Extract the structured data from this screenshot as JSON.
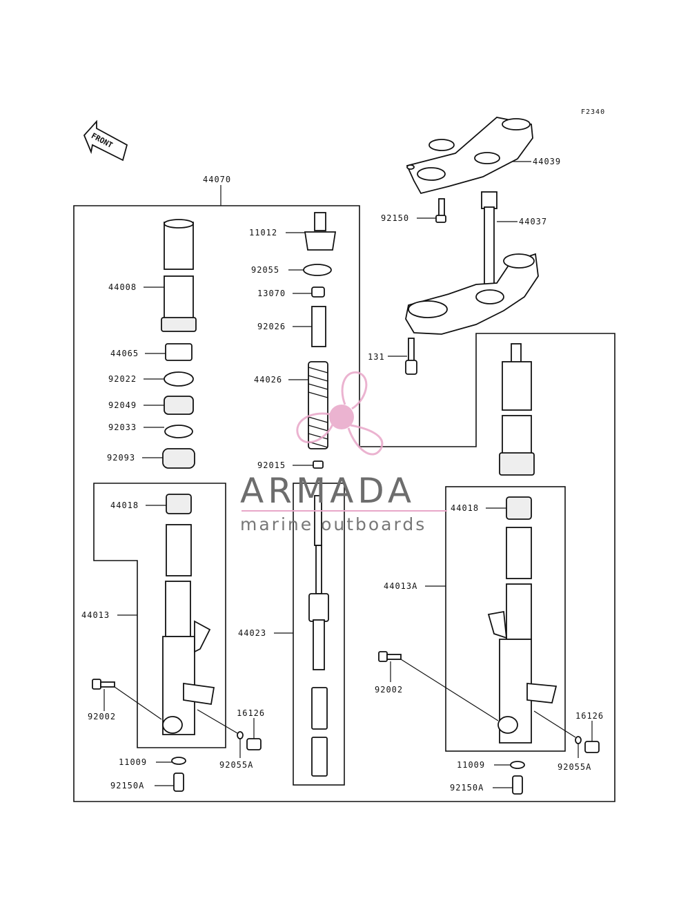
{
  "ref_code": "F2340",
  "front_label": "FRONT",
  "watermark": {
    "brand": "ARMADA",
    "tagline": "marine outboards",
    "accent_color": "#e8a6c8",
    "text_color": "#6d6d6d"
  },
  "labels": {
    "assy_fork": "44070",
    "upper_bracket": "44039",
    "bolt_upper": "92150",
    "steering_stem": "44037",
    "bolt_lower": "131",
    "cap_bolt": "11012",
    "oring_cap": "92055",
    "collar_cap": "13070",
    "spacer": "92026",
    "spring": "44026",
    "nut_rod": "92015",
    "inner_tube": "44008",
    "bush": "44065",
    "washer_seal": "92022",
    "oil_seal": "92049",
    "snap_ring": "92033",
    "dust_seal": "92093",
    "piston_left": "44018",
    "outer_tube_left": "44013",
    "damper_rod": "44023",
    "bolt_left": "92002",
    "plug_left": "16126",
    "gasket_left": "92055A",
    "washer_left": "11009",
    "drain_left": "92150A",
    "piston_right": "44018",
    "outer_tube_right": "44013A",
    "bolt_right": "92002",
    "plug_right": "16126",
    "gasket_right": "92055A",
    "washer_right": "11009",
    "drain_right": "92150A"
  }
}
